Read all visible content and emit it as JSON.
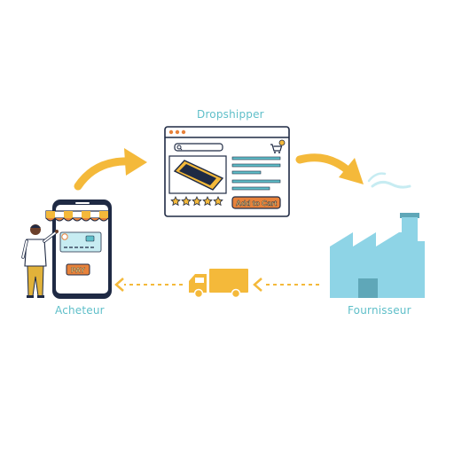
{
  "labels": {
    "dropshipper": "Dropshipper",
    "buyer": "Acheteur",
    "supplier": "Fournisseur"
  },
  "browser": {
    "add_to_cart": "Add to Cart",
    "rating_stars": 5,
    "cart_badge_count": ""
  },
  "phone": {
    "pay_label": "PAY"
  },
  "colors": {
    "teal": "#5fbfc9",
    "yellow": "#f4b93a",
    "navy": "#1f2a44",
    "factory": "#8ed4e6",
    "orange": "#e8823a"
  },
  "icons": [
    "curved-arrow-icon",
    "truck-icon",
    "factory-icon",
    "smartphone-icon",
    "store-awning-icon",
    "shopping-cart-icon",
    "search-icon",
    "star-icon",
    "person-icon"
  ]
}
